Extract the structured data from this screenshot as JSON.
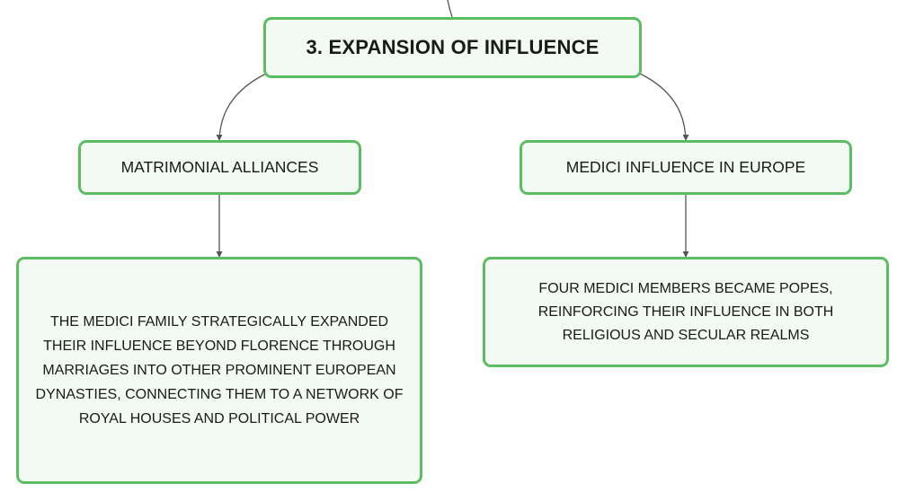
{
  "diagram": {
    "root": {
      "label": "3. EXPANSION OF INFLUENCE"
    },
    "branches": [
      {
        "label": "MATRIMONIAL ALLIANCES",
        "detail": "THE MEDICI FAMILY STRATEGICALLY EXPANDED THEIR INFLUENCE BEYOND FLORENCE THROUGH MARRIAGES INTO OTHER PROMINENT EUROPEAN DYNASTIES, CONNECTING THEM TO A NETWORK OF ROYAL HOUSES AND POLITICAL POWER"
      },
      {
        "label": "MEDICI INFLUENCE IN EUROPE",
        "detail": "FOUR MEDICI MEMBERS BECAME POPES, REINFORCING THEIR INFLUENCE IN BOTH RELIGIOUS AND SECULAR REALMS"
      }
    ]
  },
  "colors": {
    "node_border": "#5cbd62",
    "node_fill": "#f2faf3",
    "connector": "#555555",
    "text": "#1a1a1a"
  }
}
